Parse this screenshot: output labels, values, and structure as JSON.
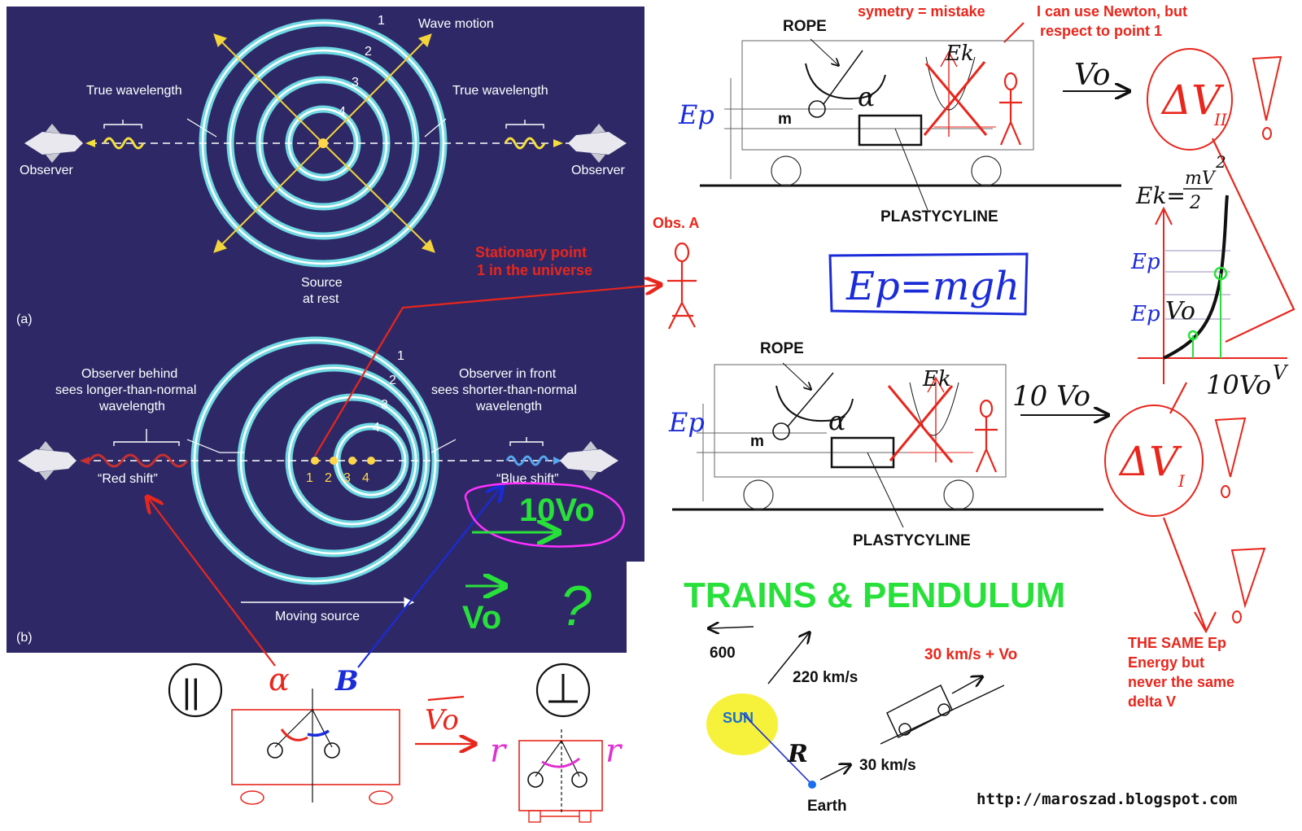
{
  "panel_a": {
    "wave_motion": "Wave motion",
    "true_wavelength_left": "True wavelength",
    "true_wavelength_right": "True wavelength",
    "observer_left": "Observer",
    "observer_right": "Observer",
    "source_line1": "Source",
    "source_line2": "at rest",
    "label": "(a)",
    "ring_numbers": [
      "1",
      "2",
      "3",
      "4"
    ]
  },
  "panel_b": {
    "behind_line1": "Observer behind",
    "behind_line2": "sees longer-than-normal",
    "behind_line3": "wavelength",
    "front_line1": "Observer in front",
    "front_line2": "sees shorter-than-normal",
    "front_line3": "wavelength",
    "red_shift": "“Red shift”",
    "blue_shift": "“Blue shift”",
    "moving_source": "Moving source",
    "label": "(b)",
    "ring_numbers": [
      "1",
      "2",
      "3",
      "4"
    ],
    "source_numbers": [
      "1",
      "2",
      "3",
      "4"
    ]
  },
  "annotations": {
    "stationary_line1": "Stationary point",
    "stationary_line2": "1 in the universe",
    "ten_vo": "10Vo",
    "vo": "Vo",
    "question": "?",
    "parallel_symbol": "||",
    "alpha": "α",
    "beta": "B",
    "vo_bar": "Vo",
    "gamma": "r",
    "obs_a": "Obs. A",
    "symetry": "symetry = mistake",
    "newton_line1": "I can use Newton, but",
    "newton_line2": "respect to point 1"
  },
  "train_top": {
    "rope": "ROPE",
    "m": "m",
    "ep": "Ep",
    "ek": "Ek",
    "plasty": "PLASTYCYLINE",
    "velocity": "Vo",
    "delta": "ΔV",
    "delta_sub": "II"
  },
  "formula": "Ep=mgh",
  "train_bottom": {
    "rope": "ROPE",
    "m": "m",
    "ep": "Ep",
    "ek": "Ek",
    "plasty": "PLASTYCYLINE",
    "velocity": "10 Vo",
    "delta": "ΔV",
    "delta_sub": "I"
  },
  "graph": {
    "ek_formula_lhs": "Ek=",
    "ek_formula_num": "mV",
    "ek_formula_exp": "2",
    "ek_formula_den": "2",
    "ep1": "Ep",
    "ep2": "Ep",
    "vo": "Vo",
    "ten_vo": "10Vo",
    "v_axis": "V"
  },
  "title": "TRAINS & PENDULUM",
  "solar": {
    "v600": "600",
    "v220": "220 km/s",
    "sun": "SUN",
    "r": "R",
    "earth": "Earth",
    "v30": "30 km/s",
    "v30vo": "30 km/s + Vo"
  },
  "same_ep": {
    "line1": "THE SAME Ep",
    "line2": "Energy but",
    "line3": "never the same",
    "line4": "delta V"
  },
  "url": "http://maroszad.blogspot.com",
  "colors": {
    "panel_bg": "#2e2966",
    "ring": "#6fd8e2",
    "annotation_red": "#e8261c",
    "annotation_green": "#28e03a",
    "annotation_blue": "#1a2bd9",
    "sun": "#f6f23c"
  }
}
